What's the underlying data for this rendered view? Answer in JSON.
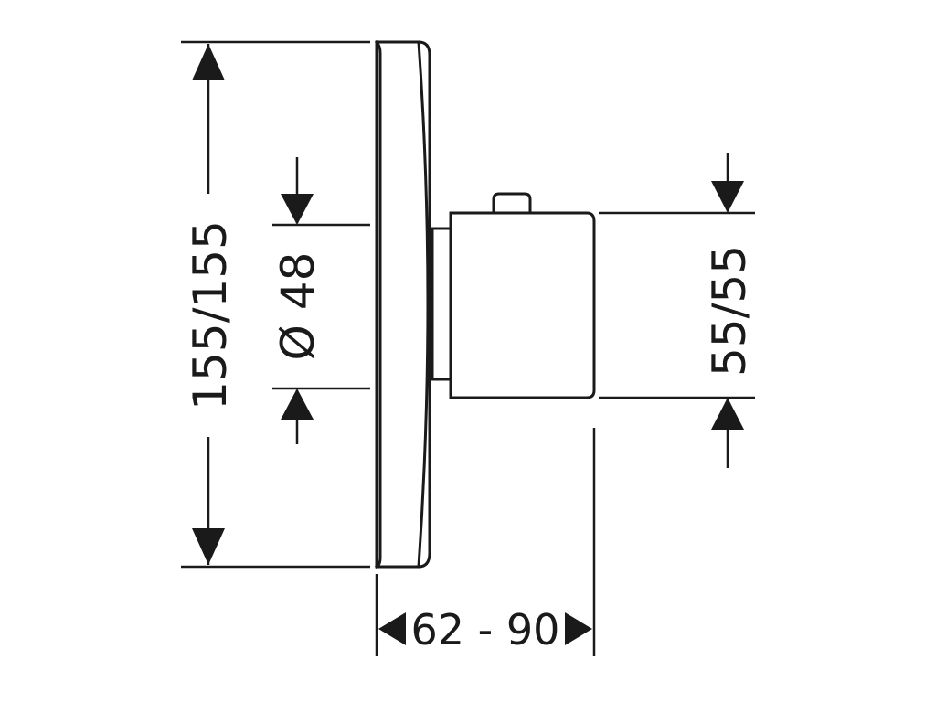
{
  "drawing": {
    "title": "",
    "dimensions": {
      "overall_height": "155/155",
      "trim_diameter": "Ø 48",
      "handle_height": "55/55",
      "projection": "62 - 90"
    },
    "colors": {
      "line": "#1a1a1a",
      "background": "#ffffff"
    }
  }
}
